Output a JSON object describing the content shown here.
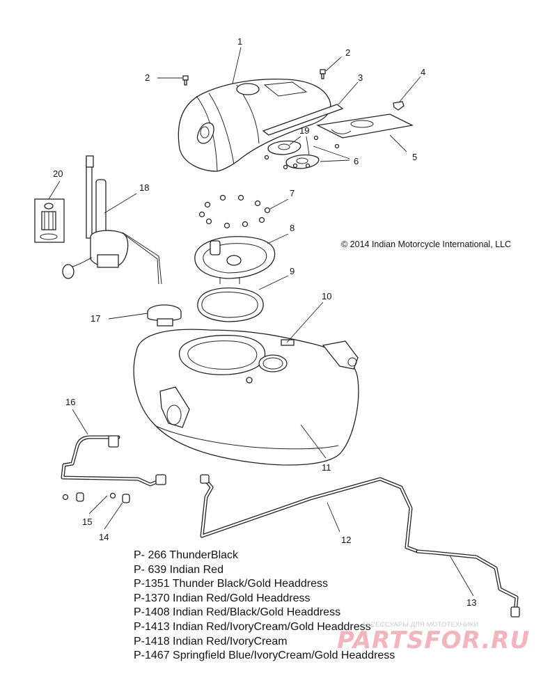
{
  "labels": {
    "n1": "1",
    "n2a": "2",
    "n2b": "2",
    "n3": "3",
    "n4": "4",
    "n5": "5",
    "n6": "6",
    "n7": "7",
    "n8": "8",
    "n9": "9",
    "n10": "10",
    "n11": "11",
    "n12": "12",
    "n13": "13",
    "n14": "14",
    "n15": "15",
    "n16": "16",
    "n17": "17",
    "n18": "18",
    "n19": "19",
    "n20": "20"
  },
  "copyright": "© 2014 Indian Motorcycle International, LLC",
  "paint_codes": [
    "P- 266 ThunderBlack",
    "P- 639 Indian Red",
    "P-1351 Thunder Black/Gold Headdress",
    "P-1370 Indian Red/Gold Headdress",
    "P-1408 Indian Red/Black/Gold Headdress",
    "P-1413 Indian Red/IvoryCream/Gold Headdress",
    "P-1418 Indian Red/IvoryCream",
    "P-1467 Springfield Blue/IvoryCream/Gold Headdress"
  ],
  "watermark": {
    "tagline": "АКСЕССУАРЫ ДЛЯ МОТОТЕХНИКИ",
    "brand": "PARTSFOR.RU"
  },
  "colors": {
    "line": "#222222",
    "watermark": "#f2b4bd"
  }
}
